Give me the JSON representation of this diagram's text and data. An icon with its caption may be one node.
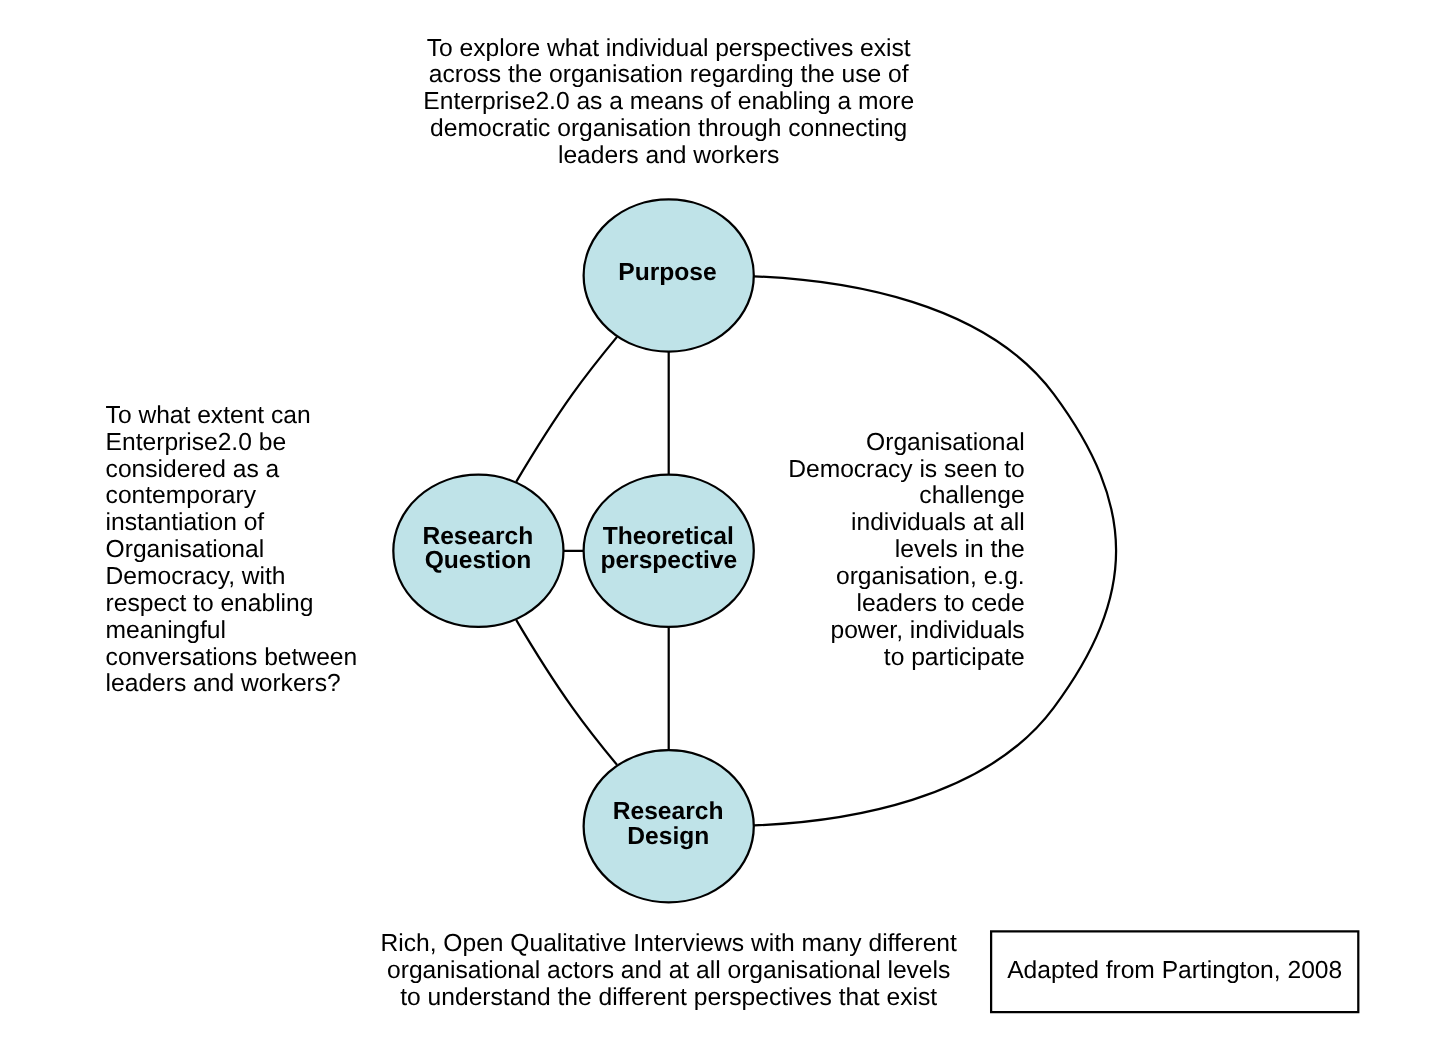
{
  "diagram": {
    "nodes": [
      {
        "text": [
          "Purpose"
        ],
        "beside": [
          "To explore what individual perspectives exist across the organisation regarding the use of Enterprise2.0 as a means of enabling a more democratic organisation through connecting leaders and workers"
        ]
      },
      {
        "text": [
          "Research Question"
        ],
        "beside": [
          "To what extent can Enterprise2.0 be considered as a contemporary instantiation of Organisational Democracy, with respect to enabling meaningful conversations between leaders and workers?"
        ]
      },
      {
        "text": [
          "Theoretical perspective"
        ],
        "beside": [
          "Organisational Democracy is seen to challenge individuals at all levels in the organisation, e.g. leaders to cede power, individuals to participate"
        ]
      },
      {
        "text": [
          "Research Design"
        ],
        "beside": [
          "Rich, Open Qualitative Interviews with many different organisational actors and at all organisational levels to understand the different perspectives that exist"
        ]
      },
      {
        "text": [
          "Adapted from Partington, 2008"
        ]
      }
    ],
    "edges": [
      {
        "from": 0,
        "to": 1,
        "arrow": "none"
      },
      {
        "from": 0,
        "to": 2,
        "arrow": "none"
      },
      {
        "from": 0,
        "to": 3,
        "arrow": "none"
      },
      {
        "from": 1,
        "to": 2,
        "arrow": "none"
      },
      {
        "from": 1,
        "to": 3,
        "arrow": "none"
      },
      {
        "from": 2,
        "to": 3,
        "arrow": "none"
      }
    ]
  }
}
